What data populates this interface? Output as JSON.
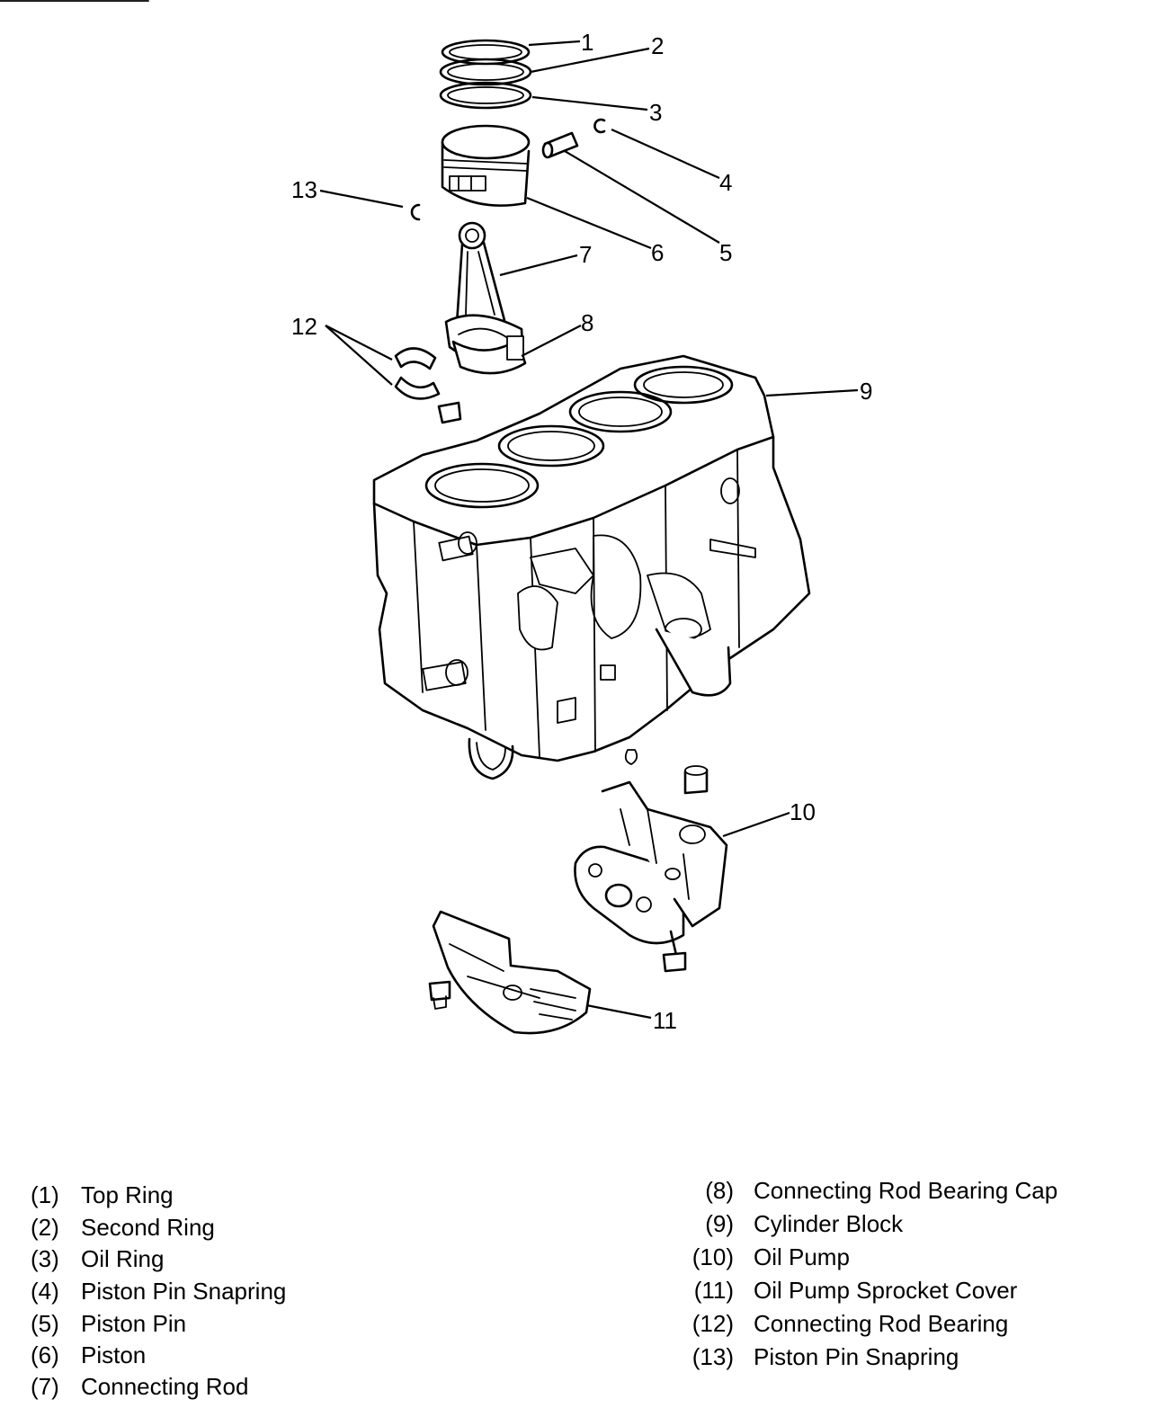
{
  "callouts": [
    "1",
    "2",
    "3",
    "4",
    "5",
    "6",
    "7",
    "8",
    "9",
    "10",
    "11",
    "12",
    "13"
  ],
  "legend": [
    {
      "num": "(1)",
      "label": "Top Ring"
    },
    {
      "num": "(2)",
      "label": "Second Ring"
    },
    {
      "num": "(3)",
      "label": "Oil Ring"
    },
    {
      "num": "(4)",
      "label": "Piston Pin Snapring"
    },
    {
      "num": "(5)",
      "label": "Piston Pin"
    },
    {
      "num": "(6)",
      "label": "Piston"
    },
    {
      "num": "(7)",
      "label": "Connecting Rod"
    },
    {
      "num": "(8)",
      "label": "Connecting Rod Bearing Cap"
    },
    {
      "num": "(9)",
      "label": "Cylinder Block"
    },
    {
      "num": "(10)",
      "label": "Oil Pump"
    },
    {
      "num": "(11)",
      "label": "Oil Pump Sprocket Cover"
    },
    {
      "num": "(12)",
      "label": "Connecting Rod Bearing"
    },
    {
      "num": "(13)",
      "label": "Piston Pin Snapring"
    }
  ]
}
